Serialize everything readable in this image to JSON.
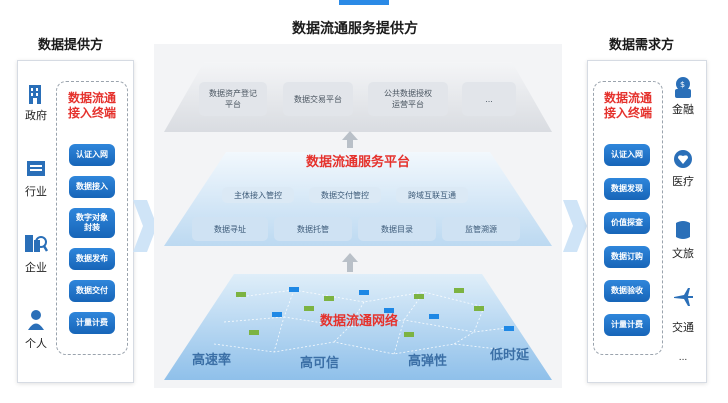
{
  "titles": {
    "left": "数据提供方",
    "center": "数据流通服务提供方",
    "right": "数据需求方"
  },
  "left": {
    "terminal_title": "数据流通\n接入终端",
    "entities": [
      "政府",
      "行业",
      "企业",
      "个人"
    ],
    "buttons": [
      "认证入网",
      "数据接入",
      "数字对象\n封装",
      "数据发布",
      "数据交付",
      "计量计费"
    ]
  },
  "right": {
    "terminal_title": "数据流通\n接入终端",
    "buttons": [
      "认证入网",
      "数据发现",
      "价值探查",
      "数据订购",
      "数据验收",
      "计量计费"
    ],
    "sectors": [
      "金融",
      "医疗",
      "文旅",
      "交通",
      "..."
    ]
  },
  "center": {
    "top_layer": [
      "数据资产登记\n平台",
      "数据交易平台",
      "公共数据授权\n运营平台",
      "..."
    ],
    "middle_title": "数据流通服务平台",
    "middle_row1": [
      "主体接入管控",
      "数据交付管控",
      "跨域互联互通"
    ],
    "middle_row2": [
      "数据寻址",
      "数据托管",
      "数据目录",
      "监管溯源"
    ],
    "bottom_title": "数据流通网络",
    "bottom_features": [
      "高速率",
      "高可信",
      "高弹性",
      "低时延"
    ]
  },
  "colors": {
    "accent_red": "#e5322d",
    "button_blue": "#1f74c9",
    "icon_blue": "#2a6fb8"
  }
}
